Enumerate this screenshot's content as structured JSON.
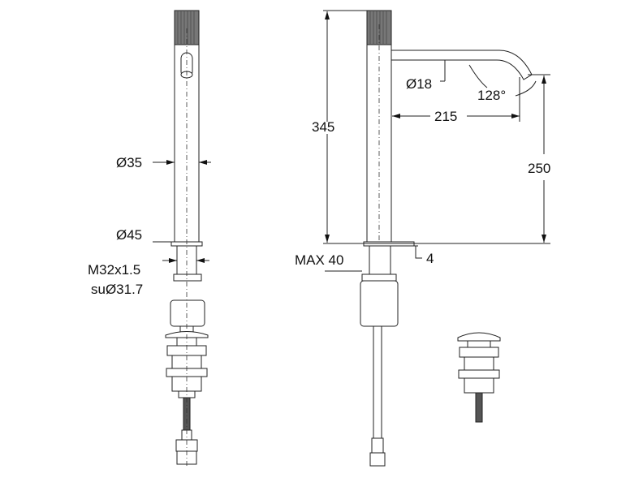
{
  "drawing": {
    "labels": {
      "dia35": "Ø35",
      "dia45": "Ø45",
      "thread": "M32x1.5",
      "thread_dia": "suØ31.7",
      "dia18": "Ø18",
      "angle": "128°",
      "height": "345",
      "reach": "215",
      "spout_height": "250",
      "max_thickness": "MAX 40",
      "flange": "4"
    }
  }
}
